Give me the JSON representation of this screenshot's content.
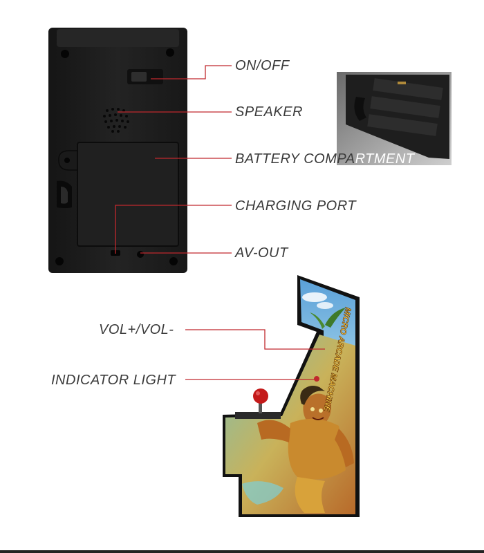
{
  "labels": {
    "on_off": "ON/OFF",
    "speaker": "SPEAKER",
    "battery_compartment_dark": "BATTERY COMPA",
    "battery_compartment_light": "RTMENT",
    "charging_port": "CHARGING PORT",
    "av_out": "AV-OUT",
    "vol": "VOL+/VOL-",
    "indicator_light": "INDICATOR LIGHT"
  },
  "cabinet_marquee_text": "MICRO ARCADE MACHINE",
  "colors": {
    "leader_line": "#c0282d",
    "device_body": "#1c1c1c",
    "label_text": "#3a3a3a",
    "joystick_ball": "#c41a1a"
  }
}
